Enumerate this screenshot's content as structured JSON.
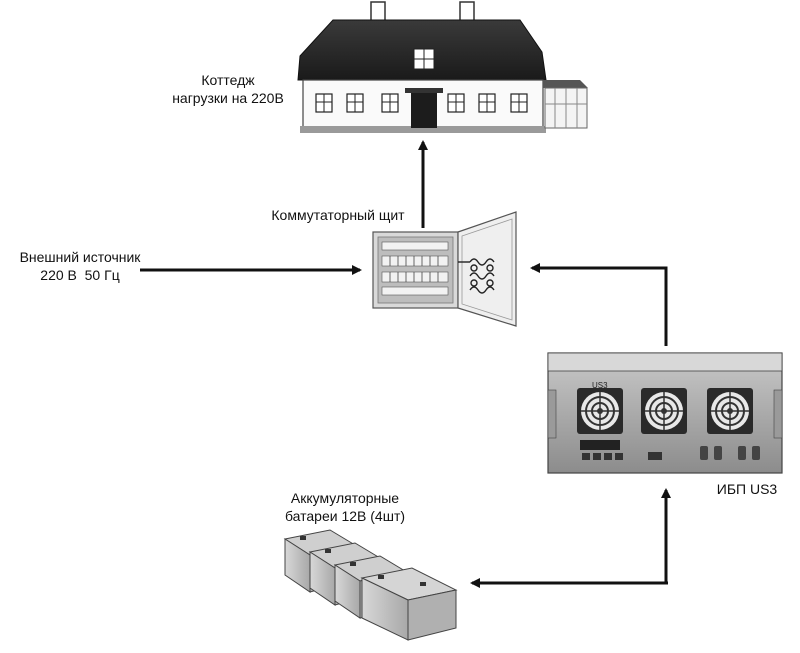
{
  "labels": {
    "cottage": [
      "Коттедж",
      "нагрузки на 220В"
    ],
    "switchboard": "Коммутаторный щит",
    "external_source": [
      "Внешний источник",
      "220 В  50 Гц"
    ],
    "ups": "ИБП US3",
    "batteries": [
      "Аккумуляторные",
      "батареи 12В (4шт)"
    ]
  },
  "device_texts": {
    "ups_model": "US3"
  },
  "icons": [
    "cottage-icon",
    "switchboard-icon",
    "ups-icon",
    "battery-icon"
  ]
}
